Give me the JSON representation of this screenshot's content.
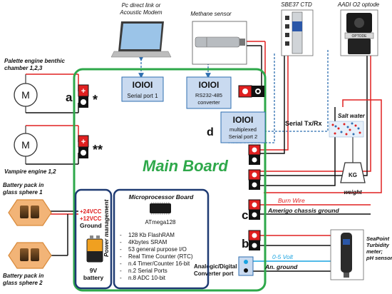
{
  "pc_label": [
    "Pc direct link or",
    "Acoustic Modem"
  ],
  "methane_label": "Methane sensor",
  "sbe_label": "SBE37 CTD",
  "aadi_label": "AADI O2 optode",
  "aadi_body_text": "OPTODE",
  "palette_label": [
    "Palette engine benthic",
    "chamber 1,2,3"
  ],
  "vampire_label": "Vampire engine 1,2",
  "battery1_label": [
    "Battery pack in",
    "glass sphere 1"
  ],
  "battery2_label": [
    "Battery pack in",
    "glass sphere 2"
  ],
  "motor_letter": "M",
  "ioioi": "IOIOI",
  "serial1": "Serial port 1",
  "rs485": [
    "RS232-485",
    "converter"
  ],
  "mux": [
    "multiplexed",
    "Serial port 2"
  ],
  "serial_txrx": "Serial Tx/Rx",
  "salt_water": "Salt water",
  "weight_box": "KG",
  "weight_label": "weight",
  "main_board": "Main Board",
  "marker_a": "a",
  "marker_b": "b",
  "marker_c": "c",
  "marker_d": "d",
  "star1": "*",
  "star2": "**",
  "plus": "+",
  "micro_title": "Microprocessor Board",
  "chip": "ATmega128",
  "specs": [
    "128 Kb FlashRAM",
    "4Kbytes  SRAM",
    "53 general purpose I/O",
    "Real Time Counter (RTC)",
    "n.4 Timer/Counter 16-bit",
    "n.2 Serial Ports",
    "n.8 ADC 10-bit"
  ],
  "spec_dash": "-",
  "v24": "+24VCC",
  "v12": "+12VCC",
  "ground": "Ground",
  "battery_9v": [
    "9V",
    "battery"
  ],
  "power_mgmt": "Power management",
  "burn_wire": "Burn Wire",
  "amerigo": "Amerigo chassis  ground",
  "volt": "0-5 Volt",
  "an_ground": "An. ground",
  "analog_port": [
    "Analogic/Digital",
    "Converter port"
  ],
  "seapoint": [
    "SeaPoint",
    "Turbidity",
    "meter;",
    "pH sensor"
  ],
  "colors": {
    "green": "#2ea84a",
    "navy": "#1f3b73",
    "red": "#e02020",
    "blue": "#2f6fb0",
    "cyan": "#1aa3e0",
    "orange": "#e8a04a"
  }
}
